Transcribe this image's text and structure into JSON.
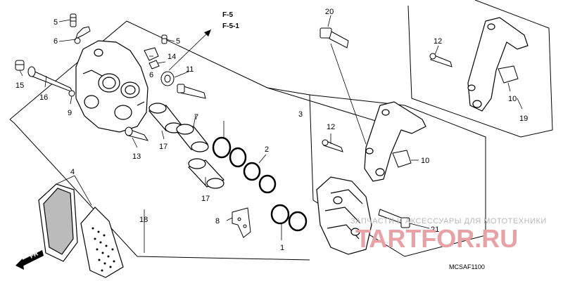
{
  "diagram": {
    "callouts": [
      "1",
      "2",
      "3",
      "4",
      "5",
      "5",
      "6",
      "6",
      "7",
      "8",
      "9",
      "10",
      "10",
      "11",
      "12",
      "12",
      "13",
      "14",
      "15",
      "16",
      "17",
      "17",
      "18",
      "19",
      "20",
      "21"
    ],
    "references": [
      "F-5",
      "F-5-1"
    ],
    "direction_label": "FR",
    "diagram_code": "MCSAF1100"
  },
  "watermark": {
    "line1": "ЗАПЧАСТИ И АКСЕССУАРЫ ДЛЯ МОТОТЕХНИКИ",
    "line2": "TARTFOR.RU"
  },
  "colors": {
    "line": "#000000",
    "watermark_text": "#b9b9b9",
    "watermark_brand": "#e8a2a6"
  }
}
